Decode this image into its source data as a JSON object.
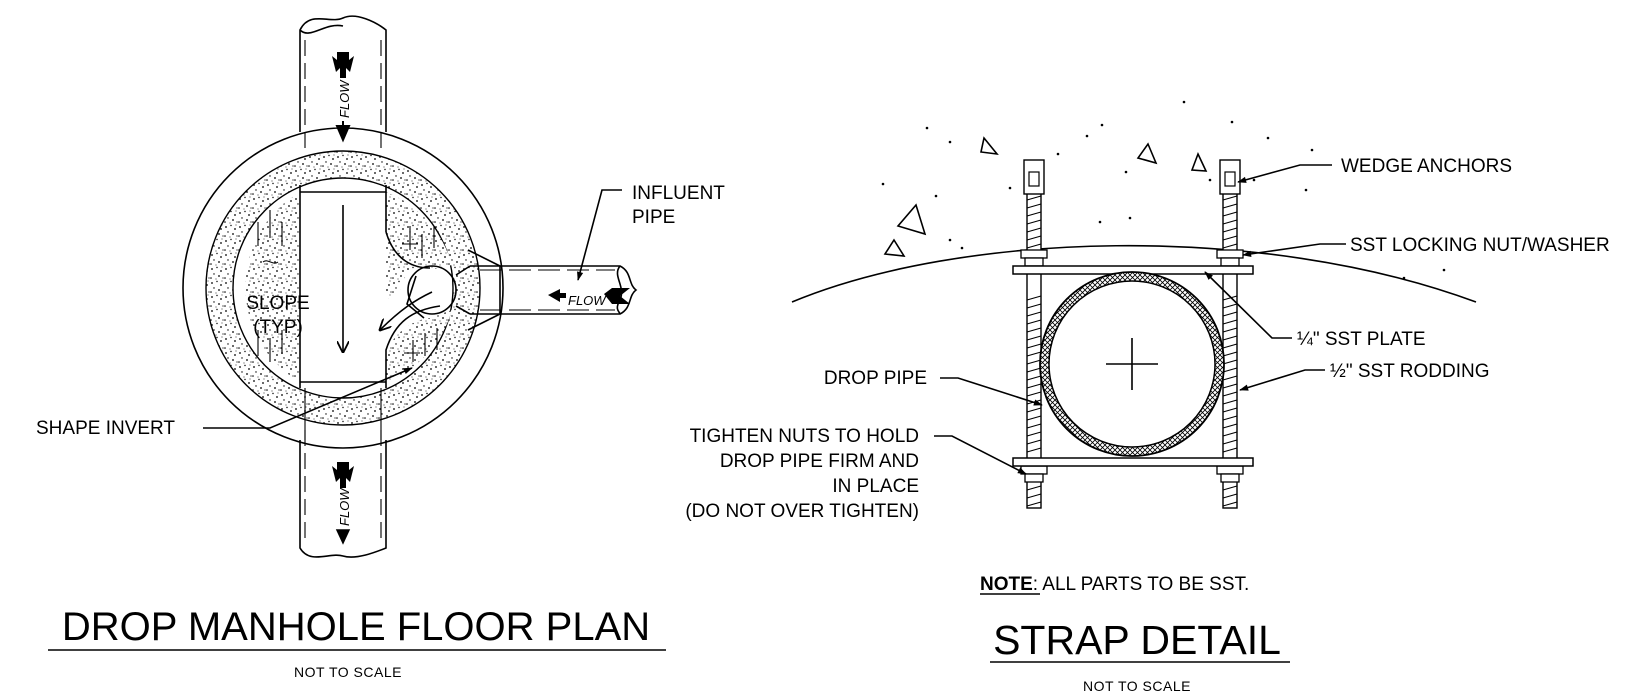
{
  "floor_plan": {
    "title": "DROP MANHOLE FLOOR PLAN",
    "scale_note": "NOT TO SCALE",
    "labels": {
      "influent_pipe_line1": "INFLUENT",
      "influent_pipe_line2": "PIPE",
      "shape_invert": "SHAPE INVERT",
      "slope_line1": "SLOPE",
      "slope_line2": "(TYP)",
      "flow": "FLOW"
    }
  },
  "strap_detail": {
    "title": "STRAP DETAIL",
    "scale_note": "NOT TO SCALE",
    "note_prefix": "NOTE",
    "note_text": ": ALL PARTS TO BE SST.",
    "labels": {
      "wedge_anchors": "WEDGE ANCHORS",
      "locking_nut": "SST LOCKING NUT/WASHER",
      "plate": "¼\" SST PLATE",
      "rodding": "½\" SST RODDING",
      "drop_pipe": "DROP PIPE",
      "tighten_line1": "TIGHTEN NUTS TO HOLD",
      "tighten_line2": "DROP PIPE FIRM AND",
      "tighten_line3": "IN PLACE",
      "tighten_line4": "(DO NOT OVER TIGHTEN)"
    }
  }
}
